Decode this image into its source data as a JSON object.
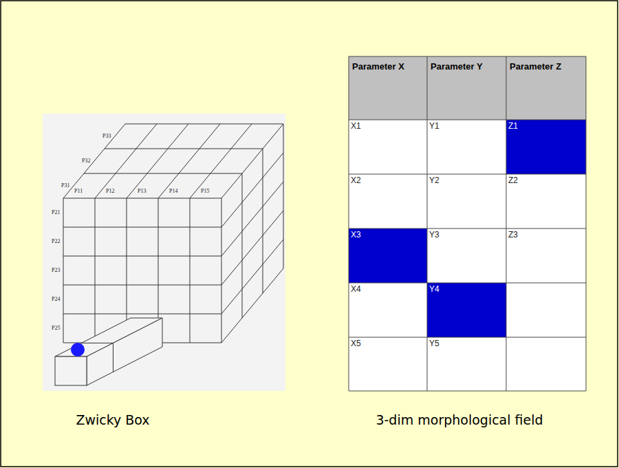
{
  "diagram": {
    "labels": [
      "P33",
      "P32",
      "P31",
      "P11",
      "P12",
      "P13",
      "P14",
      "P15",
      "P21",
      "P22",
      "P23",
      "P24",
      "P25",
      "Parameter X",
      "Parameter Y",
      "Parameter Z",
      "X1",
      "Y1",
      "Z1",
      "X2",
      "Y2",
      "Z2",
      "X3",
      "Y3",
      "Z3",
      "X4",
      "Y4",
      "X5",
      "Y5",
      "Zwicky Box",
      "3-dim morphological field"
    ]
  }
}
